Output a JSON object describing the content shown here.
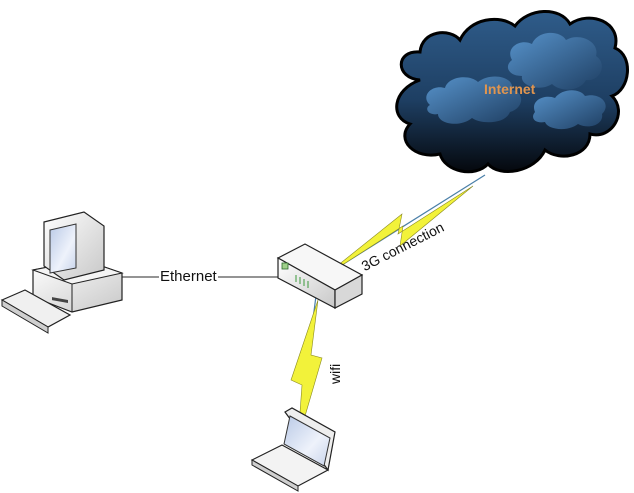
{
  "diagram": {
    "nodes": [
      {
        "id": "internet",
        "label": "Internet",
        "kind": "cloud"
      },
      {
        "id": "desktop",
        "label": "",
        "kind": "desktop-computer"
      },
      {
        "id": "router",
        "label": "",
        "kind": "3g-router"
      },
      {
        "id": "laptop",
        "label": "",
        "kind": "laptop"
      }
    ],
    "edges": [
      {
        "from": "desktop",
        "to": "router",
        "label": "Ethernet",
        "style": "wired"
      },
      {
        "from": "router",
        "to": "internet",
        "label": "3G connection",
        "style": "wireless"
      },
      {
        "from": "router",
        "to": "laptop",
        "label": "wifi",
        "style": "wireless"
      }
    ],
    "colors": {
      "cloud_dark": "#0d1a2b",
      "cloud_light": "#4a86c0",
      "internet_label": "#e0954f",
      "lightning": "#f2f23a",
      "wire": "#555555",
      "wireless_line": "#4a7fa8"
    }
  }
}
